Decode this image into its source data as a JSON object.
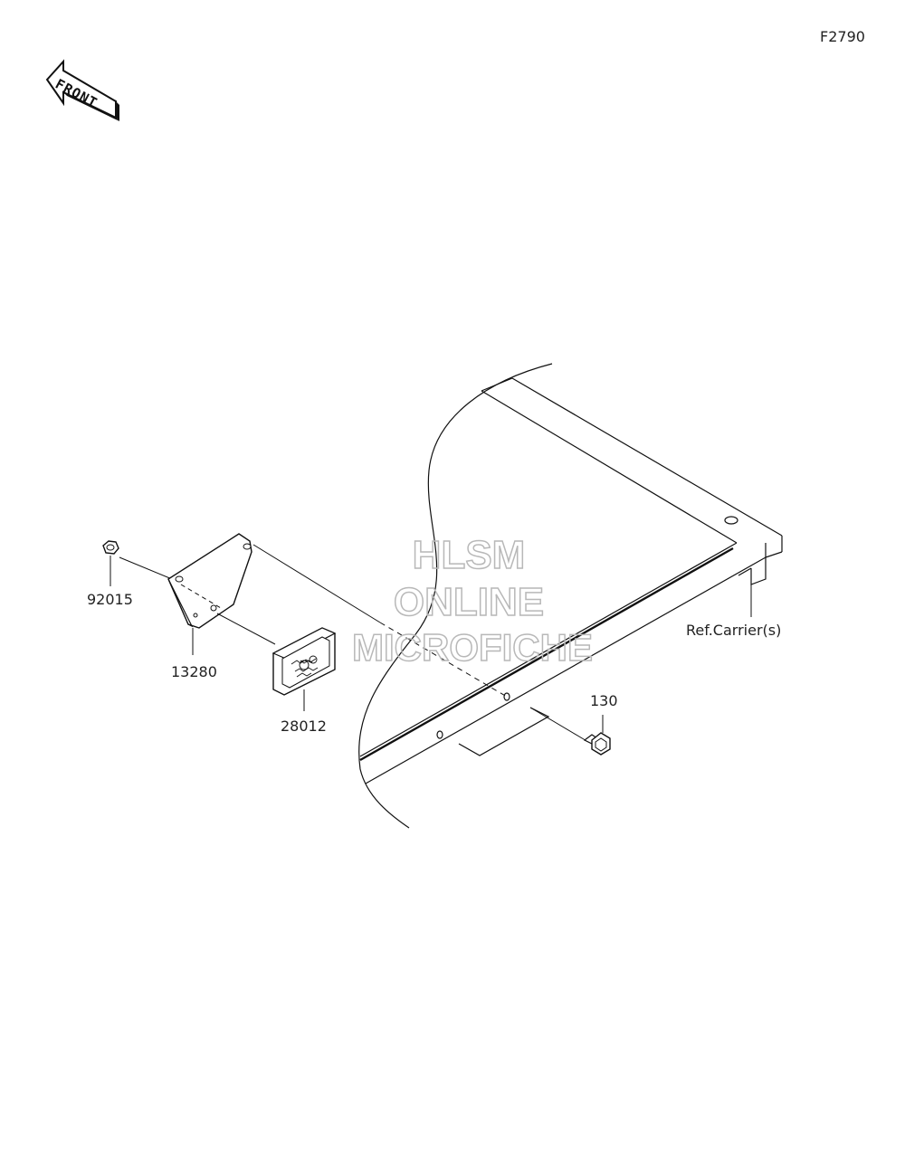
{
  "figure_code": "F2790",
  "front_arrow_text": "FRONT",
  "parts": [
    {
      "number": "92015"
    },
    {
      "number": "13280"
    },
    {
      "number": "28012"
    },
    {
      "number": "130"
    }
  ],
  "reference_label": "Ref.Carrier(s)",
  "watermark": {
    "line1": "HLSM",
    "line2": "ONLINE",
    "line3": "MICROFICHE"
  }
}
